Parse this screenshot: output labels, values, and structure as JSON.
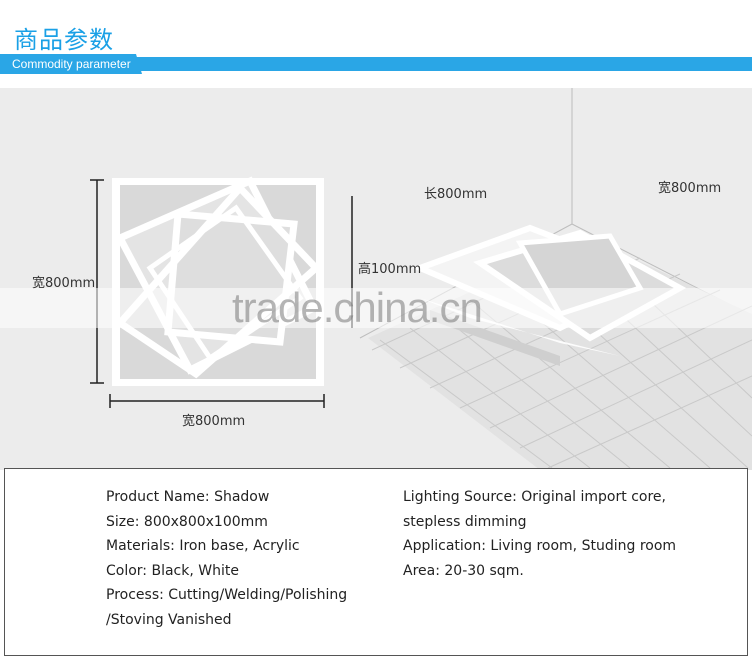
{
  "header": {
    "title_cn": "商品参数",
    "title_en": "Commodity parameter"
  },
  "photo": {
    "watermark": "trade.china.cn",
    "dims_left": {
      "height": "宽800mm",
      "width": "宽800mm"
    },
    "dims_right": {
      "length": "长800mm",
      "width": "宽800mm",
      "height": "高100mm"
    }
  },
  "specs": {
    "left": [
      "Product Name: Shadow",
      "Size: 800x800x100mm",
      "Materials: Iron base, Acrylic",
      "Color: Black, White",
      "Process: Cutting/Welding/Polishing",
      "/Stoving Vanished"
    ],
    "right": [
      "Lighting Source: Original import core,",
      "stepless dimming",
      "Application: Living room, Studing room",
      "Area: 20-30 sqm."
    ]
  }
}
